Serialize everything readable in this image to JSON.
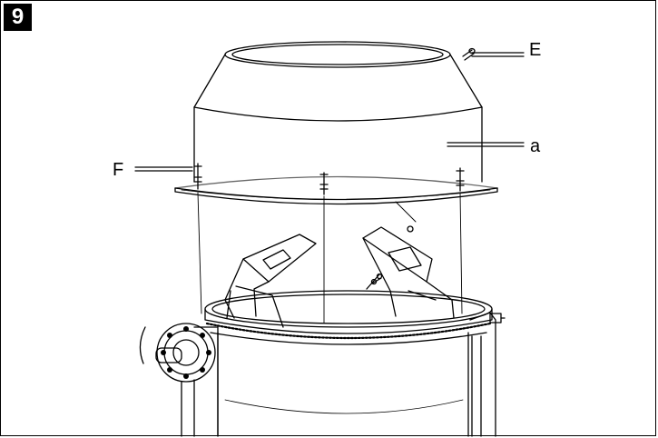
{
  "figure": {
    "step_number": "9",
    "callouts": {
      "e": "E",
      "a": "a",
      "f": "F"
    }
  }
}
